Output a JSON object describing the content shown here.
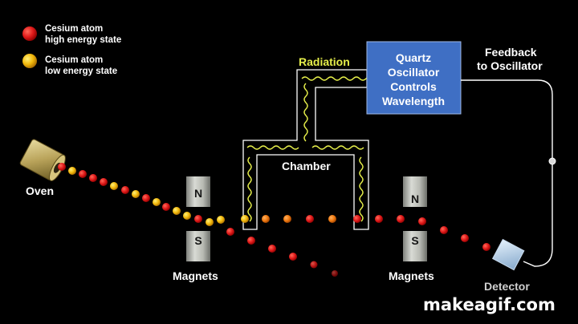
{
  "legend": {
    "high": {
      "line1": "Cesium atom",
      "line2": "high energy state",
      "color": "#e01a1a"
    },
    "low": {
      "line1": "Cesium atom",
      "line2": "low energy state",
      "color": "#f2b90c"
    }
  },
  "labels": {
    "oven": "Oven",
    "radiation": "Radiation",
    "chamber": "Chamber",
    "magnets_left": "Magnets",
    "magnets_right": "Magnets",
    "detector": "Detector",
    "feedback_line1": "Feedback",
    "feedback_line2": "to Oscillator",
    "magnet_north": "N",
    "magnet_south": "S"
  },
  "oscillator": {
    "lines": [
      "Quartz",
      "Oscillator",
      "Controls",
      "Wavelength"
    ],
    "color": "#3f6fc4"
  },
  "watermark": "makeagif.com",
  "colors": {
    "wave": "#e6ef4a",
    "excited": "#f07a10"
  }
}
